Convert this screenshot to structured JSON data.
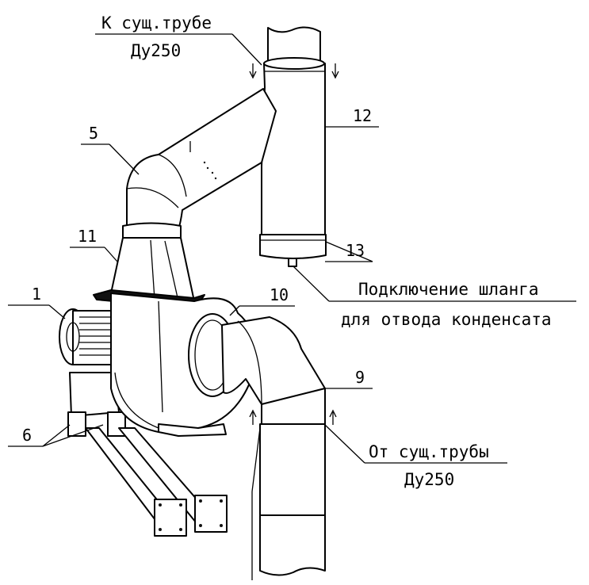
{
  "labels": {
    "to_existing_pipe": "К сущ.трубе",
    "to_pipe_size": "Ду250",
    "from_existing_pipe": "От сущ.трубы",
    "from_pipe_size": "Ду250",
    "hose_line1": "Подключение шланга",
    "hose_line2": "для отвода конденсата"
  },
  "callouts": {
    "c1": "1",
    "c5": "5",
    "c6": "6",
    "c9": "9",
    "c10": "10",
    "c11": "11",
    "c12": "12",
    "c13": "13"
  }
}
